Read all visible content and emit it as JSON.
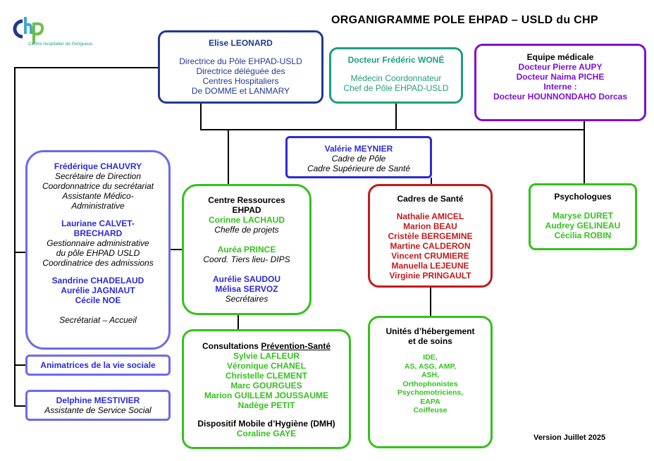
{
  "title": "ORGANIGRAMME POLE EHPAD – USLD du CHP",
  "logo": {
    "letters": "chp",
    "subtitle": "Centre hospitalier de Périgueux"
  },
  "direction": {
    "name": "Elise LEONARD",
    "lines": [
      "Directrice du Pôle EHPAD-USLD",
      "Directrice déléguée des",
      "Centres Hospitaliers",
      "De DOMME et  LANMARY"
    ]
  },
  "coordinator": {
    "name": "Docteur Frédéric WONÉ",
    "lines": [
      "Médecin Coordonnateur",
      "Chef de Pôle EHPAD-USLD"
    ]
  },
  "medical_team": {
    "title": "Equipe médicale",
    "doctors": [
      "Docteur Pierre AUPY",
      "Docteur Naima PICHE"
    ],
    "intern_label": "Interne :",
    "intern": "Docteur HOUNNONDAHO Dorcas"
  },
  "cadre_pole": {
    "name": "Valérie MEYNIER",
    "lines": [
      "Cadre de Pôle",
      "Cadre Supérieure de Santé"
    ]
  },
  "secretariat": {
    "groups": [
      {
        "names": [
          "Frédérique CHAUVRY"
        ],
        "roles": [
          "Secrétaire de Direction",
          "Coordonnatrice du secrétariat",
          "Assistante Médico-",
          "Administrative"
        ]
      },
      {
        "names": [
          "Lauriane CALVET-",
          "BRECHARD"
        ],
        "roles": [
          "Gestionnaire administrative",
          "du pôle EHPAD USLD",
          "Coordinatrice des admissions"
        ]
      },
      {
        "names": [
          "Sandrine CHADELAUD",
          "Aurélie JAGNIAUT",
          "Cécile NOE"
        ],
        "roles": []
      }
    ],
    "footer": "Secrétariat – Accueil"
  },
  "animatrices": {
    "label": "Animatrices de la vie sociale"
  },
  "social": {
    "name": "Delphine MESTIVIER",
    "role": "Assistante de Service Social"
  },
  "resources": {
    "title": [
      "Centre Ressources",
      "EHPAD"
    ],
    "p1_name": "Corinne LACHAUD",
    "p1_role": "Cheffe de projets",
    "p2_name": "Auréa PRINCE",
    "p2_role": "Coord. Tiers lieu- DIPS",
    "p3_names": [
      "Aurélie SAUDOU",
      "Mélisa SERVOZ"
    ],
    "p3_role": "Secrétaires"
  },
  "consultations": {
    "title_prefix": "Consultations ",
    "title_underlined": "Prévention-Santé",
    "names": [
      "Sylvie LAFLEUR",
      "Véronique CHANEL",
      "Christelle CLEMENT",
      "Marc GOURGUES",
      "Marion GUILLEM JOUSSAUME",
      "Nadège PETIT"
    ],
    "dmh_title": "Dispositif Mobile d’Hygiène (DMH)",
    "dmh_name": "Coraline GAYE"
  },
  "cadres_sante": {
    "title": "Cadres de Santé",
    "names": [
      "Nathalie AMICEL",
      "Marion BEAU",
      "Cristèle BERGEMINE",
      "Martine CALDERON",
      "Vincent CRUMIERE",
      "Manuella LEJEUNE",
      "Virginie PRINGAULT"
    ]
  },
  "units": {
    "title": [
      "Unités d’hébergement",
      "et de soins"
    ],
    "items": [
      "IDE,",
      "AS, ASG, AMP,",
      "ASH,",
      "Orthophonistes",
      "Psychomotriciens,",
      "EAPA",
      "Coiffeuse"
    ]
  },
  "psychologists": {
    "title": "Psychologues",
    "names": [
      "Maryse DURET",
      "Audrey GELINEAU",
      "Cécilia ROBIN"
    ]
  },
  "version": "Version Juillet 2025",
  "colors": {
    "navy": "#1f3a8f",
    "blue": "#2b2bd6",
    "teal": "#1e9e7f",
    "purple": "#7d10d3",
    "green": "#33c21b",
    "red": "#c41a1a"
  }
}
